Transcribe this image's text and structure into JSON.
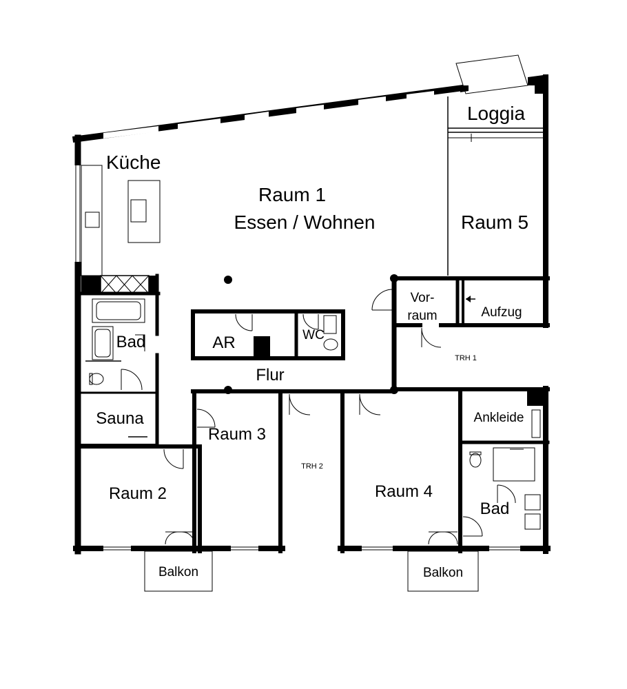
{
  "rooms": {
    "kueche": "Küche",
    "raum1_line1": "Raum 1",
    "raum1_line2": "Essen / Wohnen",
    "loggia": "Loggia",
    "raum5": "Raum 5",
    "vorraum_line1": "Vor-",
    "vorraum_line2": "raum",
    "aufzug": "Aufzug",
    "bad_left": "Bad",
    "ar": "AR",
    "wc": "WC",
    "flur": "Flur",
    "trh1": "TRH 1",
    "sauna": "Sauna",
    "raum3": "Raum 3",
    "ankleide": "Ankleide",
    "raum2": "Raum 2",
    "trh2": "TRH 2",
    "raum4": "Raum 4",
    "bad_right": "Bad",
    "balkon_left": "Balkon",
    "balkon_right": "Balkon"
  },
  "colors": {
    "wall": "#000000",
    "background": "#ffffff"
  }
}
